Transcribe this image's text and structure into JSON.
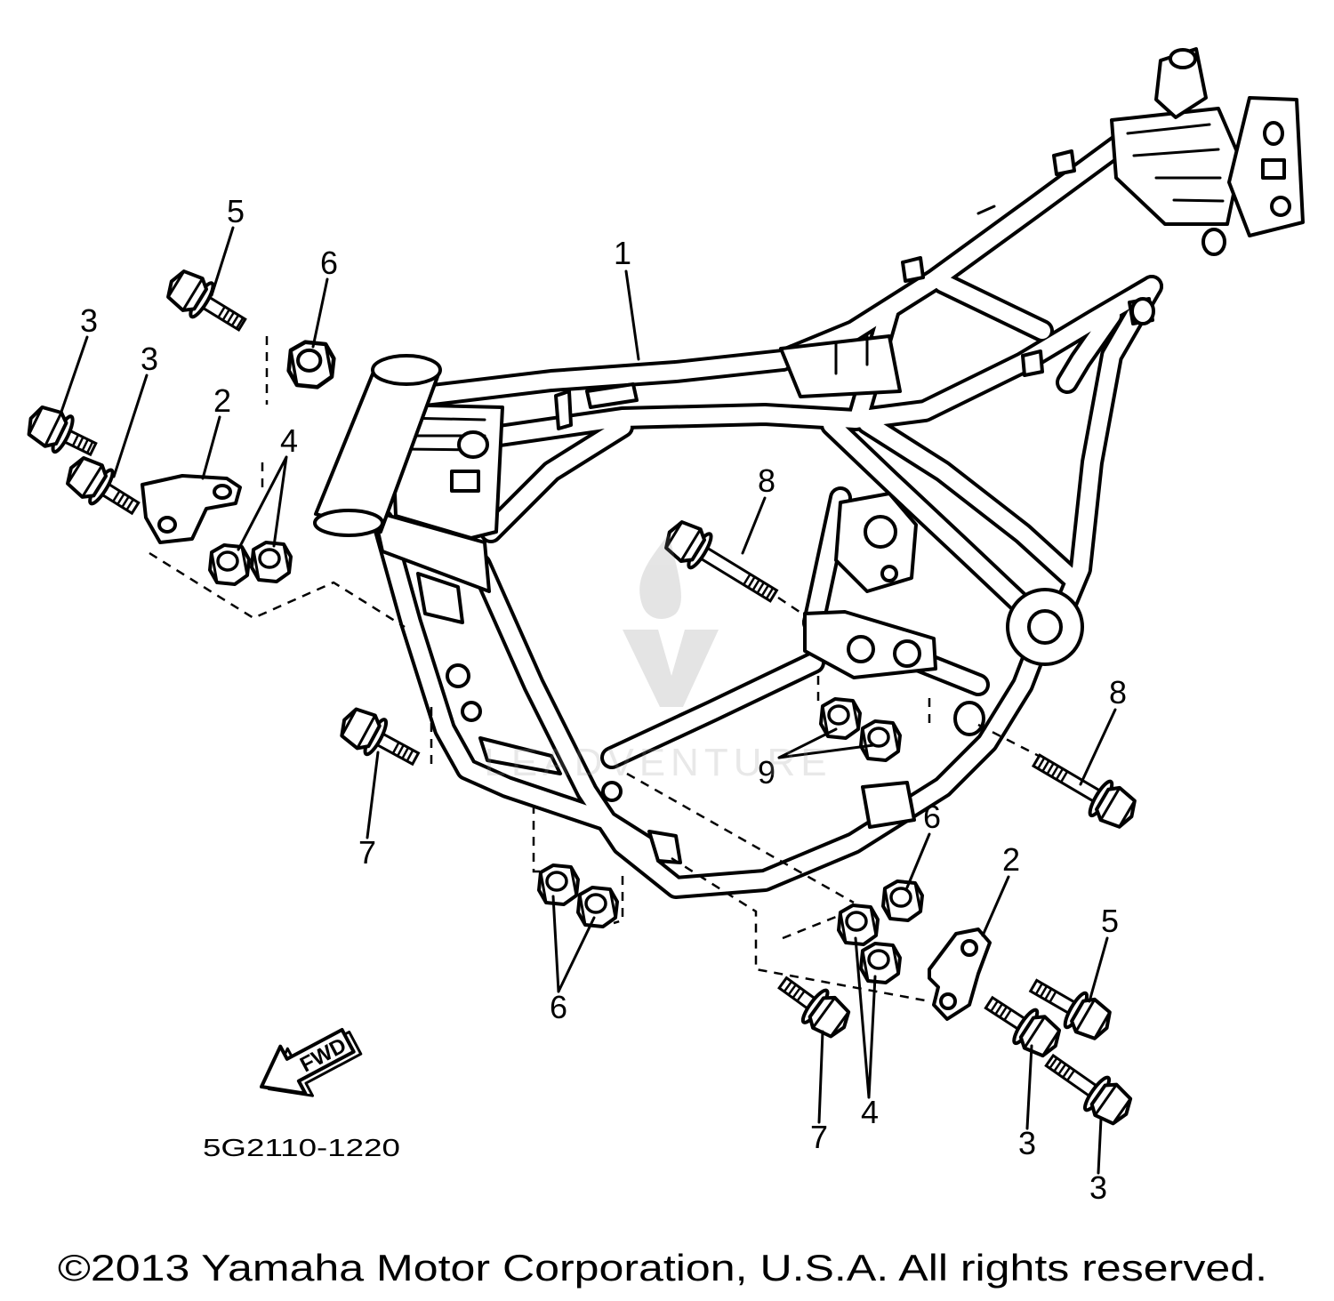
{
  "callouts": {
    "frame": "1",
    "bracket_left": "2",
    "bracket_right": "2",
    "bolt_3_left_a": "3",
    "bolt_3_left_b": "3",
    "bolt_3_right_a": "3",
    "bolt_3_right_b": "3",
    "nuts_4_left": "4",
    "nuts_4_right": "4",
    "bolt_5_left": "5",
    "bolt_5_right": "5",
    "nut_6_left": "6",
    "nuts_6_bottom": "6",
    "nut_6_right": "6",
    "bolt_7_left": "7",
    "bolt_7_right": "7",
    "bolt_8_center": "8",
    "bolt_8_right": "8",
    "nuts_9": "9"
  },
  "fwd_label": "FWD",
  "drawing_number": "5G2110-1220",
  "copyright": "©2013 Yamaha Motor Corporation, U.S.A. All rights reserved.",
  "watermark": "LEADVENTURE",
  "colors": {
    "line": "#000000",
    "background": "#ffffff"
  }
}
